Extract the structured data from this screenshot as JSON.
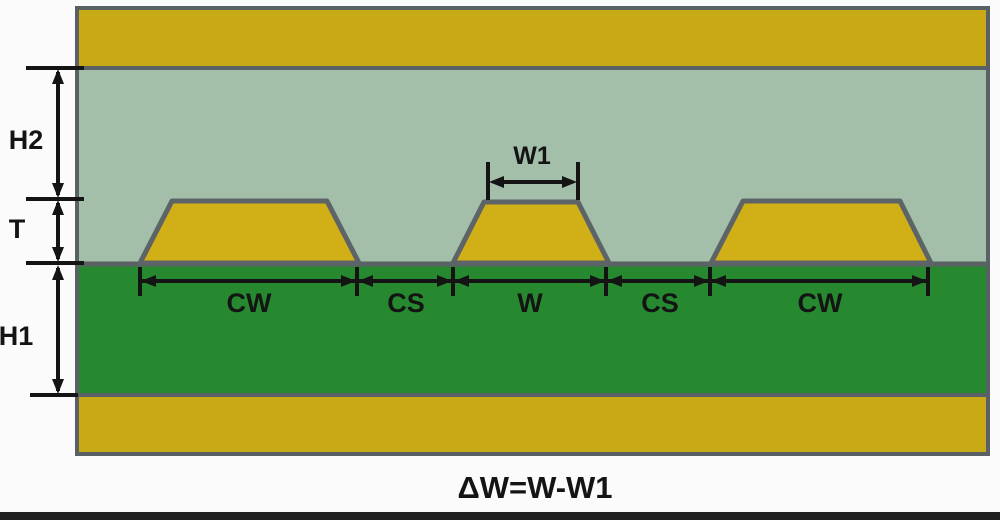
{
  "diagram": {
    "formula": "ΔW=W-W1",
    "dimension_labels": {
      "h2": "H2",
      "t": "T",
      "h1": "H1",
      "w1": "W1"
    },
    "bottom_dimensions": [
      "CW",
      "CS",
      "W",
      "CS",
      "CW"
    ]
  },
  "colors": {
    "copper_gold": "#c8aa16",
    "trace_gold": "#d1af17",
    "prepreg_sage": "#a4bfa9",
    "core_green": "#27892f",
    "outline_gray": "#5a6164",
    "dimension_black": "#141414",
    "background": "#fbfbfb",
    "bottom_bar": "#212121"
  }
}
